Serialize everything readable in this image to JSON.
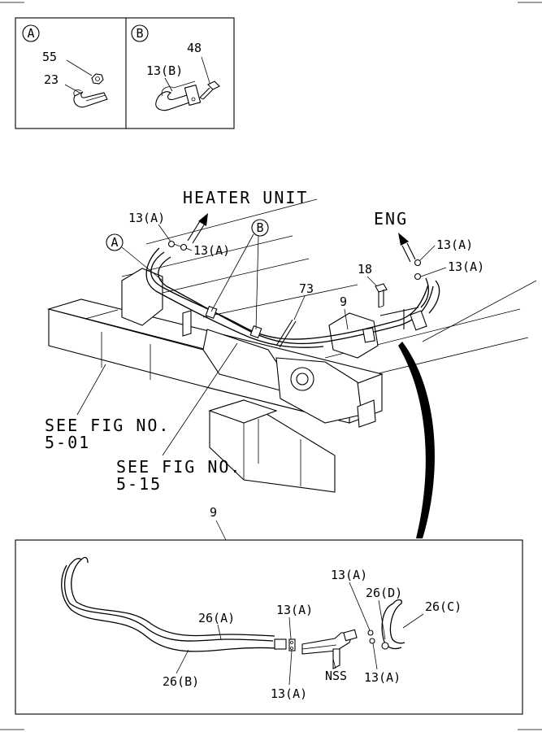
{
  "inset_a": {
    "marker": "A",
    "labels": {
      "nut": "55",
      "clip": "23"
    }
  },
  "inset_b": {
    "marker": "B",
    "labels": {
      "bolt": "48",
      "clip": "13(B)"
    }
  },
  "main": {
    "heater_unit": "HEATER UNIT",
    "eng": "ENG",
    "marker_a": "A",
    "marker_b": "B",
    "clip_heater_left": "13(A)",
    "clip_heater_right": "13(A)",
    "clip_eng_top": "13(A)",
    "clip_eng_bottom": "13(A)",
    "bolt": "18",
    "tie": "73",
    "pipe_assy": "9",
    "see_fig_1_line1": "SEE FIG NO.",
    "see_fig_1_line2": "5-01",
    "see_fig_2_line1": "SEE FIG NO.",
    "see_fig_2_line2": "5-15"
  },
  "detail": {
    "title": "9",
    "hose_a": "26(A)",
    "hose_b": "26(B)",
    "hose_c": "26(C)",
    "hose_d": "26(D)",
    "clip_left_top": "13(A)",
    "clip_left_bottom": "13(A)",
    "clip_right_top": "13(A)",
    "clip_right_bottom": "13(A)",
    "nss": "NSS"
  }
}
